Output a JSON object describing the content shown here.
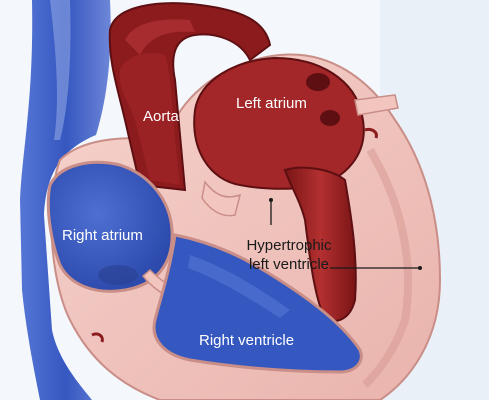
{
  "labels": {
    "aorta": "Aorta",
    "left_atrium": "Left atrium",
    "right_atrium": "Right atrium",
    "hypertrophic_line1": "Hypertrophic",
    "hypertrophic_line2": "left ventricle",
    "right_ventricle": "Right ventricle"
  },
  "colors": {
    "background": "#f4f7fb",
    "vein_blue": "#3d5fc4",
    "vein_light": "#8aa3e0",
    "artery_red": "#8c1b1e",
    "artery_dark": "#5e0f12",
    "chamber_red": "#a32628",
    "wall_pink": "#f2c5bf",
    "wall_shadow": "#d99c96"
  }
}
